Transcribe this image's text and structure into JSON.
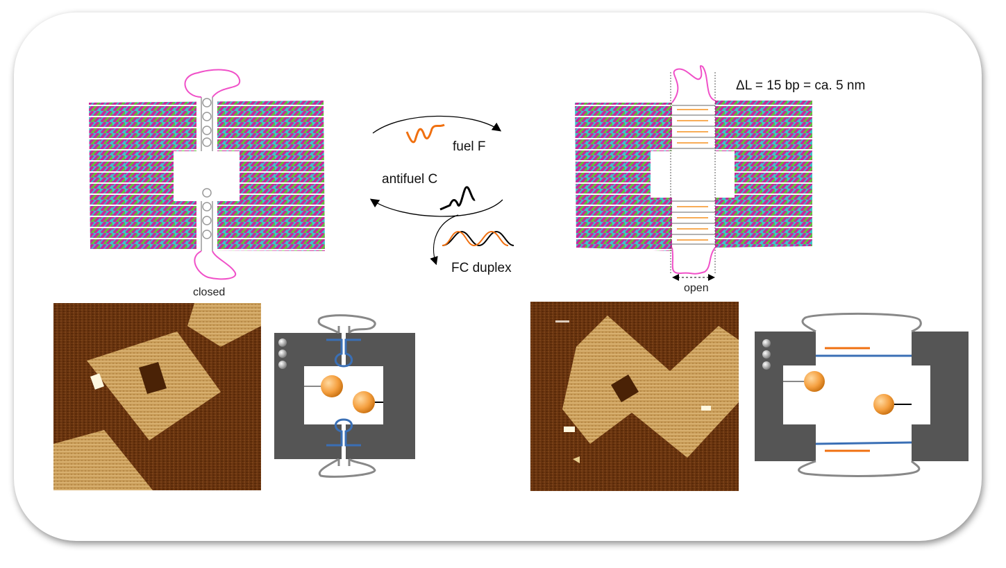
{
  "labels": {
    "closed": "closed",
    "open": "open",
    "delta_l": "ΔL = 15 bp = ca. 5 nm",
    "fuel": "fuel F",
    "antifuel": "antifuel C",
    "duplex": "FC duplex"
  },
  "colors": {
    "magenta": "#c8289a",
    "green": "#5cc83c",
    "cyan": "#3cc8c8",
    "loop": "#f050c8",
    "fuel": "#f07010",
    "frame": "#555555",
    "hairpin": "#3a6fb5",
    "afm_dark": "#5a2a08",
    "afm_light": "#d8b070"
  }
}
